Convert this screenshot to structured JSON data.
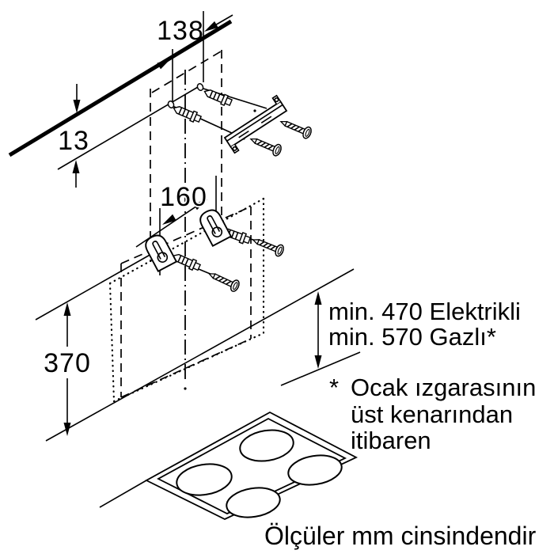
{
  "diagram": {
    "colors": {
      "line": "#000000",
      "background": "#ffffff"
    },
    "dims": {
      "top_hole_spacing": "138",
      "ceiling_offset": "13",
      "bracket_hole_spacing": "160",
      "hood_section_height": "370"
    },
    "clearance": {
      "line1": "min. 470 Elektrikli",
      "line2": "min. 570 Gazlı*"
    },
    "footnote": {
      "star": "*",
      "line1": "Ocak ızgarasının",
      "line2": "üst kenarından",
      "line3": "itibaren"
    },
    "footer_note": "Ölçüler mm cinsindendir"
  }
}
